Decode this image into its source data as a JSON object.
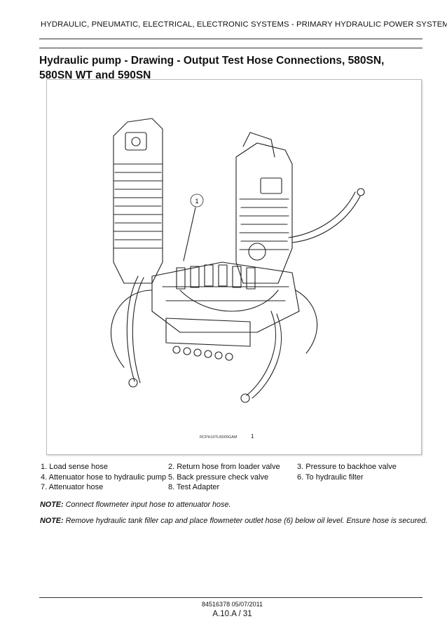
{
  "header": {
    "section": "HYDRAULIC, PNEUMATIC, ELECTRICAL, ELECTRONIC SYSTEMS - PRIMARY HYDRAULIC POWER SYSTEM"
  },
  "title": {
    "line1": "Hydraulic pump - Drawing - Output Test Hose Connections, 580SN,",
    "line2": "580SN WT and 590SN"
  },
  "figure": {
    "callout": "1",
    "code": "RCPH10TLB009GAM",
    "number": "1"
  },
  "legend": [
    "1. Load sense hose",
    "2. Return hose from loader valve",
    "3. Pressure to backhoe valve",
    "4. Attenuator hose to hydraulic pump",
    "5. Back pressure check valve",
    "6. To hydraulic filter",
    "7. Attenuator hose",
    "8. Test Adapter"
  ],
  "notes": [
    {
      "label": "NOTE:",
      "text": " Connect flowmeter input hose to attenuator hose."
    },
    {
      "label": "NOTE:",
      "text": " Remove hydraulic tank filler cap and place flowmeter outlet hose (6) below oil level. Ensure hose is secured."
    }
  ],
  "footer": {
    "docref": "84516378 05/07/2011",
    "page": "A.10.A / 31"
  }
}
